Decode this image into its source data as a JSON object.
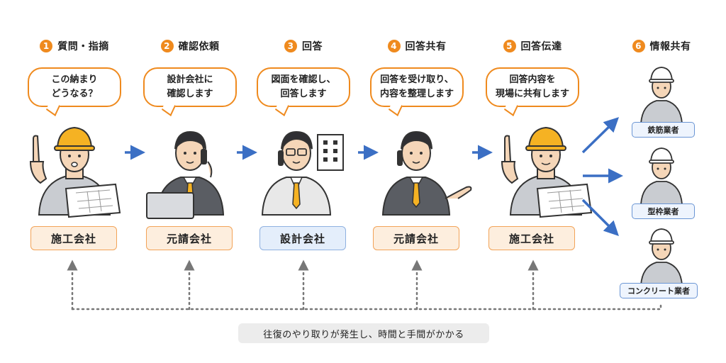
{
  "steps": [
    {
      "num": "1",
      "title": "質問・指摘",
      "bubble": "この納まり\nどうなる？",
      "role": "施工会社"
    },
    {
      "num": "2",
      "title": "確認依頼",
      "bubble": "設計会社に\n確認します",
      "role": "元請会社"
    },
    {
      "num": "3",
      "title": "回答",
      "bubble": "図面を確認し、\n回答します",
      "role": "設計会社"
    },
    {
      "num": "4",
      "title": "回答共有",
      "bubble": "回答を受け取り、\n内容を整理します",
      "role": "元請会社"
    },
    {
      "num": "5",
      "title": "回答伝達",
      "bubble": "回答内容を\n現場に共有します",
      "role": "施工会社"
    },
    {
      "num": "6",
      "title": "情報共有"
    }
  ],
  "trades": [
    "鉄筋業者",
    "型枠業者",
    "コンクリート業者"
  ],
  "note": "往復のやり取りが発生し、時間と手間がかかる",
  "colors": {
    "accent_orange": "#ef8a1e",
    "arrow_blue": "#3b6fc4",
    "role_blue": "#e4eefb",
    "role_orange": "#fdeede"
  }
}
